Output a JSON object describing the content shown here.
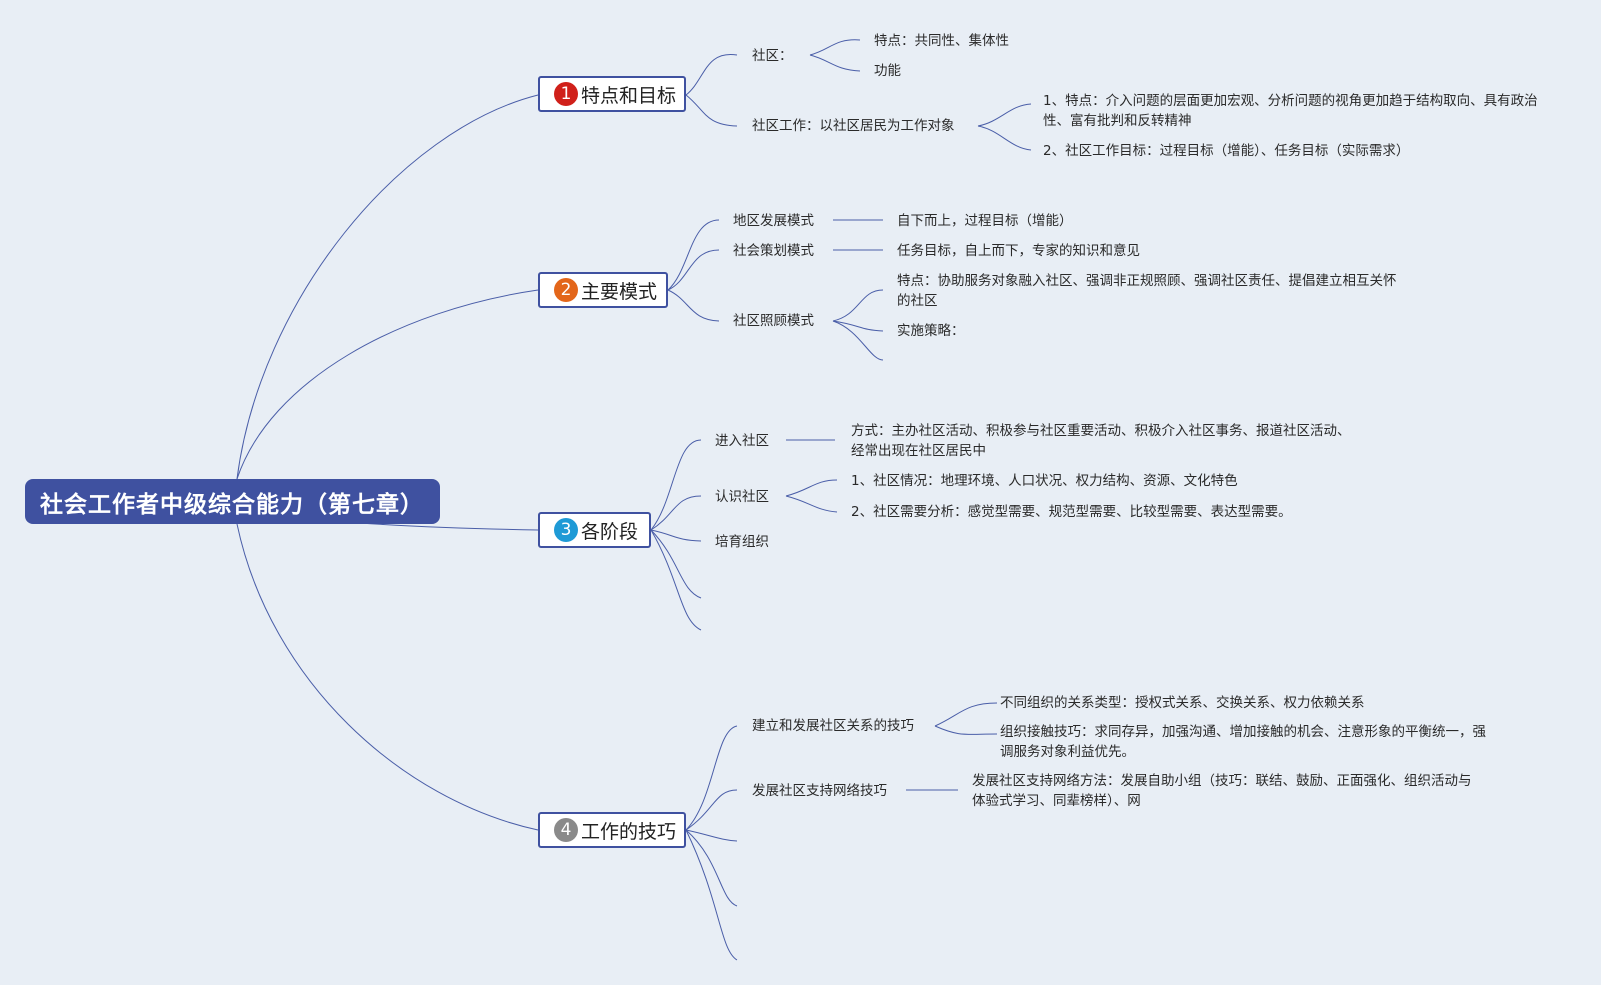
{
  "root": "社会工作者中级综合能力（第七章）",
  "b1": {
    "num": "1",
    "label": "特点和目标",
    "color": "#d0201a",
    "community": "社区：",
    "community_items": [
      "特点：共同性、集体性",
      "功能"
    ],
    "work": "社区工作：以社区居民为工作对象",
    "work_items": [
      "1、特点：介入问题的层面更加宏观、分析问题的视角更加趋于结构取向、具有政治性、富有批判和反转精神",
      "2、社区工作目标：过程目标（增能）、任务目标（实际需求）"
    ]
  },
  "b2": {
    "num": "2",
    "label": "主要模式",
    "color": "#e3661a",
    "m1": "地区发展模式",
    "m1_detail": "自下而上，过程目标（增能）",
    "m2": "社会策划模式",
    "m2_detail": "任务目标，自上而下，专家的知识和意见",
    "m3": "社区照顾模式",
    "m3_items": [
      "特点：协助服务对象融入社区、强调非正规照顾、强调社区责任、提倡建立相互关怀的社区",
      "实施策略："
    ]
  },
  "b3": {
    "num": "3",
    "label": "各阶段",
    "color": "#1e9ad6",
    "s1": "进入社区",
    "s1_detail": "方式：主办社区活动、积极参与社区重要活动、积极介入社区事务、报道社区活动、经常出现在社区居民中",
    "s2": "认识社区",
    "s2_items": [
      "1、社区情况：地理环境、人口状况、权力结构、资源、文化特色",
      "2、社区需要分析：感觉型需要、规范型需要、比较型需要、表达型需要。"
    ],
    "s3": "培育组织"
  },
  "b4": {
    "num": "4",
    "label": "工作的技巧",
    "color": "#8a8a8a",
    "k1": "建立和发展社区关系的技巧",
    "k1_items": [
      "不同组织的关系类型：授权式关系、交换关系、权力依赖关系",
      "组织接触技巧：求同存异，加强沟通、增加接触的机会、注意形象的平衡统一，强调服务对象利益优先。"
    ],
    "k2": "发展社区支持网络技巧",
    "k2_detail": "发展社区支持网络方法：发展自助小组（技巧：联结、鼓励、正面强化、组织活动与体验式学习、同辈榜样）、网"
  }
}
